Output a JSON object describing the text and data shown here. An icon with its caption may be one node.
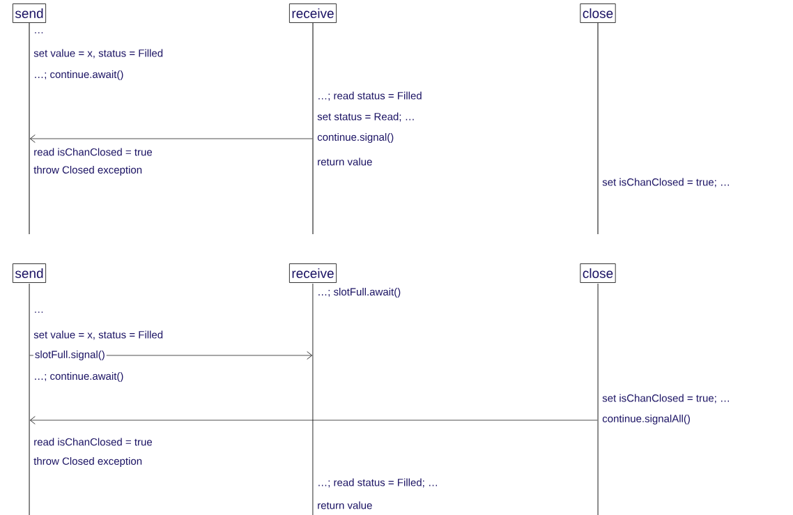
{
  "diagram": {
    "nodes": [
      {
        "text": [
          "send"
        ]
      },
      {
        "text": [
          "receive"
        ]
      },
      {
        "text": [
          "close"
        ]
      },
      {
        "text": [],
        "shape": "line",
        "beside": [
          "…",
          "set value = x, status = Filled",
          "…; continue.await()",
          "read isChanClosed = true",
          "throw Closed exception"
        ]
      },
      {
        "text": [],
        "shape": "line",
        "beside": [
          "…; read status = Filled",
          "set status = Read; …",
          "continue.signal()",
          "return value"
        ]
      },
      {
        "text": [],
        "shape": "line",
        "beside": [
          "set isChanClosed = true; …"
        ]
      },
      {
        "text": [
          "send"
        ]
      },
      {
        "text": [
          "receive"
        ]
      },
      {
        "text": [
          "close"
        ]
      },
      {
        "text": [],
        "shape": "line",
        "beside": [
          "…",
          "set value = x, status = Filled",
          "…; continue.await()",
          "read isChanClosed = true",
          "throw Closed exception"
        ]
      },
      {
        "text": [],
        "shape": "line",
        "beside": [
          "…; slotFull.await()",
          "…; read status = Filled; …",
          "return value"
        ]
      },
      {
        "text": [],
        "shape": "line",
        "beside": [
          "set isChanClosed = true; …",
          "continue.signalAll()"
        ]
      }
    ],
    "edges": [
      {
        "from": 4,
        "to": 3,
        "arrow": "to"
      },
      {
        "from": 9,
        "to": 10,
        "arrow": "to",
        "label": "slotFull.signal()"
      },
      {
        "from": 11,
        "to": 9,
        "arrow": "to"
      }
    ]
  }
}
